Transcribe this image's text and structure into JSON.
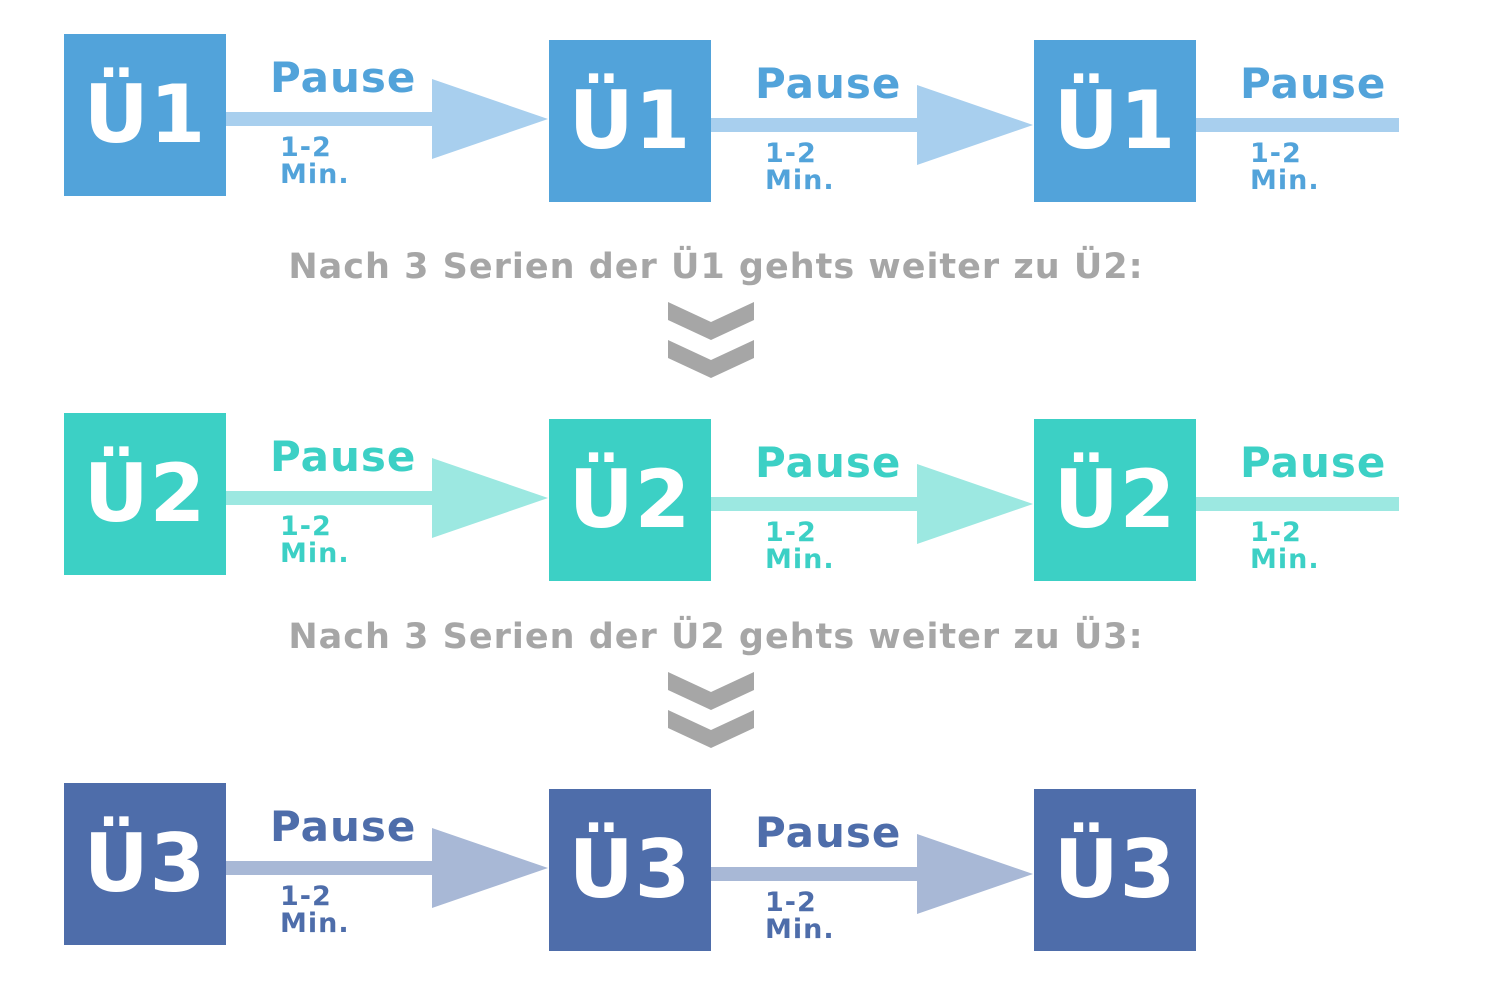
{
  "rows": [
    {
      "box_label": "Ü1",
      "box_color": "#52a3da",
      "arrow_color": "#a8cfee",
      "text_color": "#52a3da",
      "pauses": [
        {
          "label": "Pause",
          "duration": "1-2 Min."
        },
        {
          "label": "Pause",
          "duration": "1-2 Min."
        },
        {
          "label": "Pause",
          "duration": "1-2 Min."
        }
      ]
    },
    {
      "box_label": "Ü2",
      "box_color": "#3cd0c5",
      "arrow_color": "#9ce8e1",
      "text_color": "#3cd0c5",
      "pauses": [
        {
          "label": "Pause",
          "duration": "1-2 Min."
        },
        {
          "label": "Pause",
          "duration": "1-2 Min."
        },
        {
          "label": "Pause",
          "duration": "1-2 Min."
        }
      ]
    },
    {
      "box_label": "Ü3",
      "box_color": "#4e6daa",
      "arrow_color": "#a8b8d6",
      "text_color": "#4e6daa",
      "pauses": [
        {
          "label": "Pause",
          "duration": "1-2 Min."
        },
        {
          "label": "Pause",
          "duration": "1-2 Min."
        }
      ]
    }
  ],
  "transitions": [
    {
      "text": "Nach 3 Serien der Ü1 gehts weiter zu Ü2:",
      "icon": "double-chevron-down-icon"
    },
    {
      "text": "Nach 3 Serien der Ü2 gehts weiter zu Ü3:",
      "icon": "double-chevron-down-icon"
    }
  ],
  "colors": {
    "transition_text": "#a6a6a6",
    "chevron": "#a6a6a6"
  }
}
